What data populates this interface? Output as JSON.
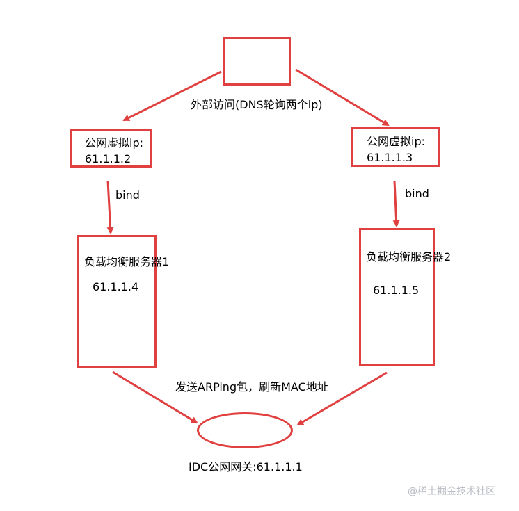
{
  "colors": {
    "accent": "#e04040",
    "text": "#000000",
    "watermark": "#b8bcc4"
  },
  "labels": {
    "external_access": "外部访问(DNS轮询两个ip)",
    "bind_left": "bind",
    "bind_right": "bind",
    "arping": "发送ARPing包，刷新MAC地址"
  },
  "vip_left": {
    "title": "公网虚拟ip:",
    "ip": "61.1.1.2"
  },
  "vip_right": {
    "title": "公网虚拟ip:",
    "ip": "61.1.1.3"
  },
  "lb_left": {
    "title": "负载均衡服务器1",
    "ip": "61.1.1.4"
  },
  "lb_right": {
    "title": "负载均衡服务器2",
    "ip": "61.1.1.5"
  },
  "gateway": {
    "label": "IDC公网网关:61.1.1.1"
  },
  "watermark": "@稀土掘金技术社区"
}
